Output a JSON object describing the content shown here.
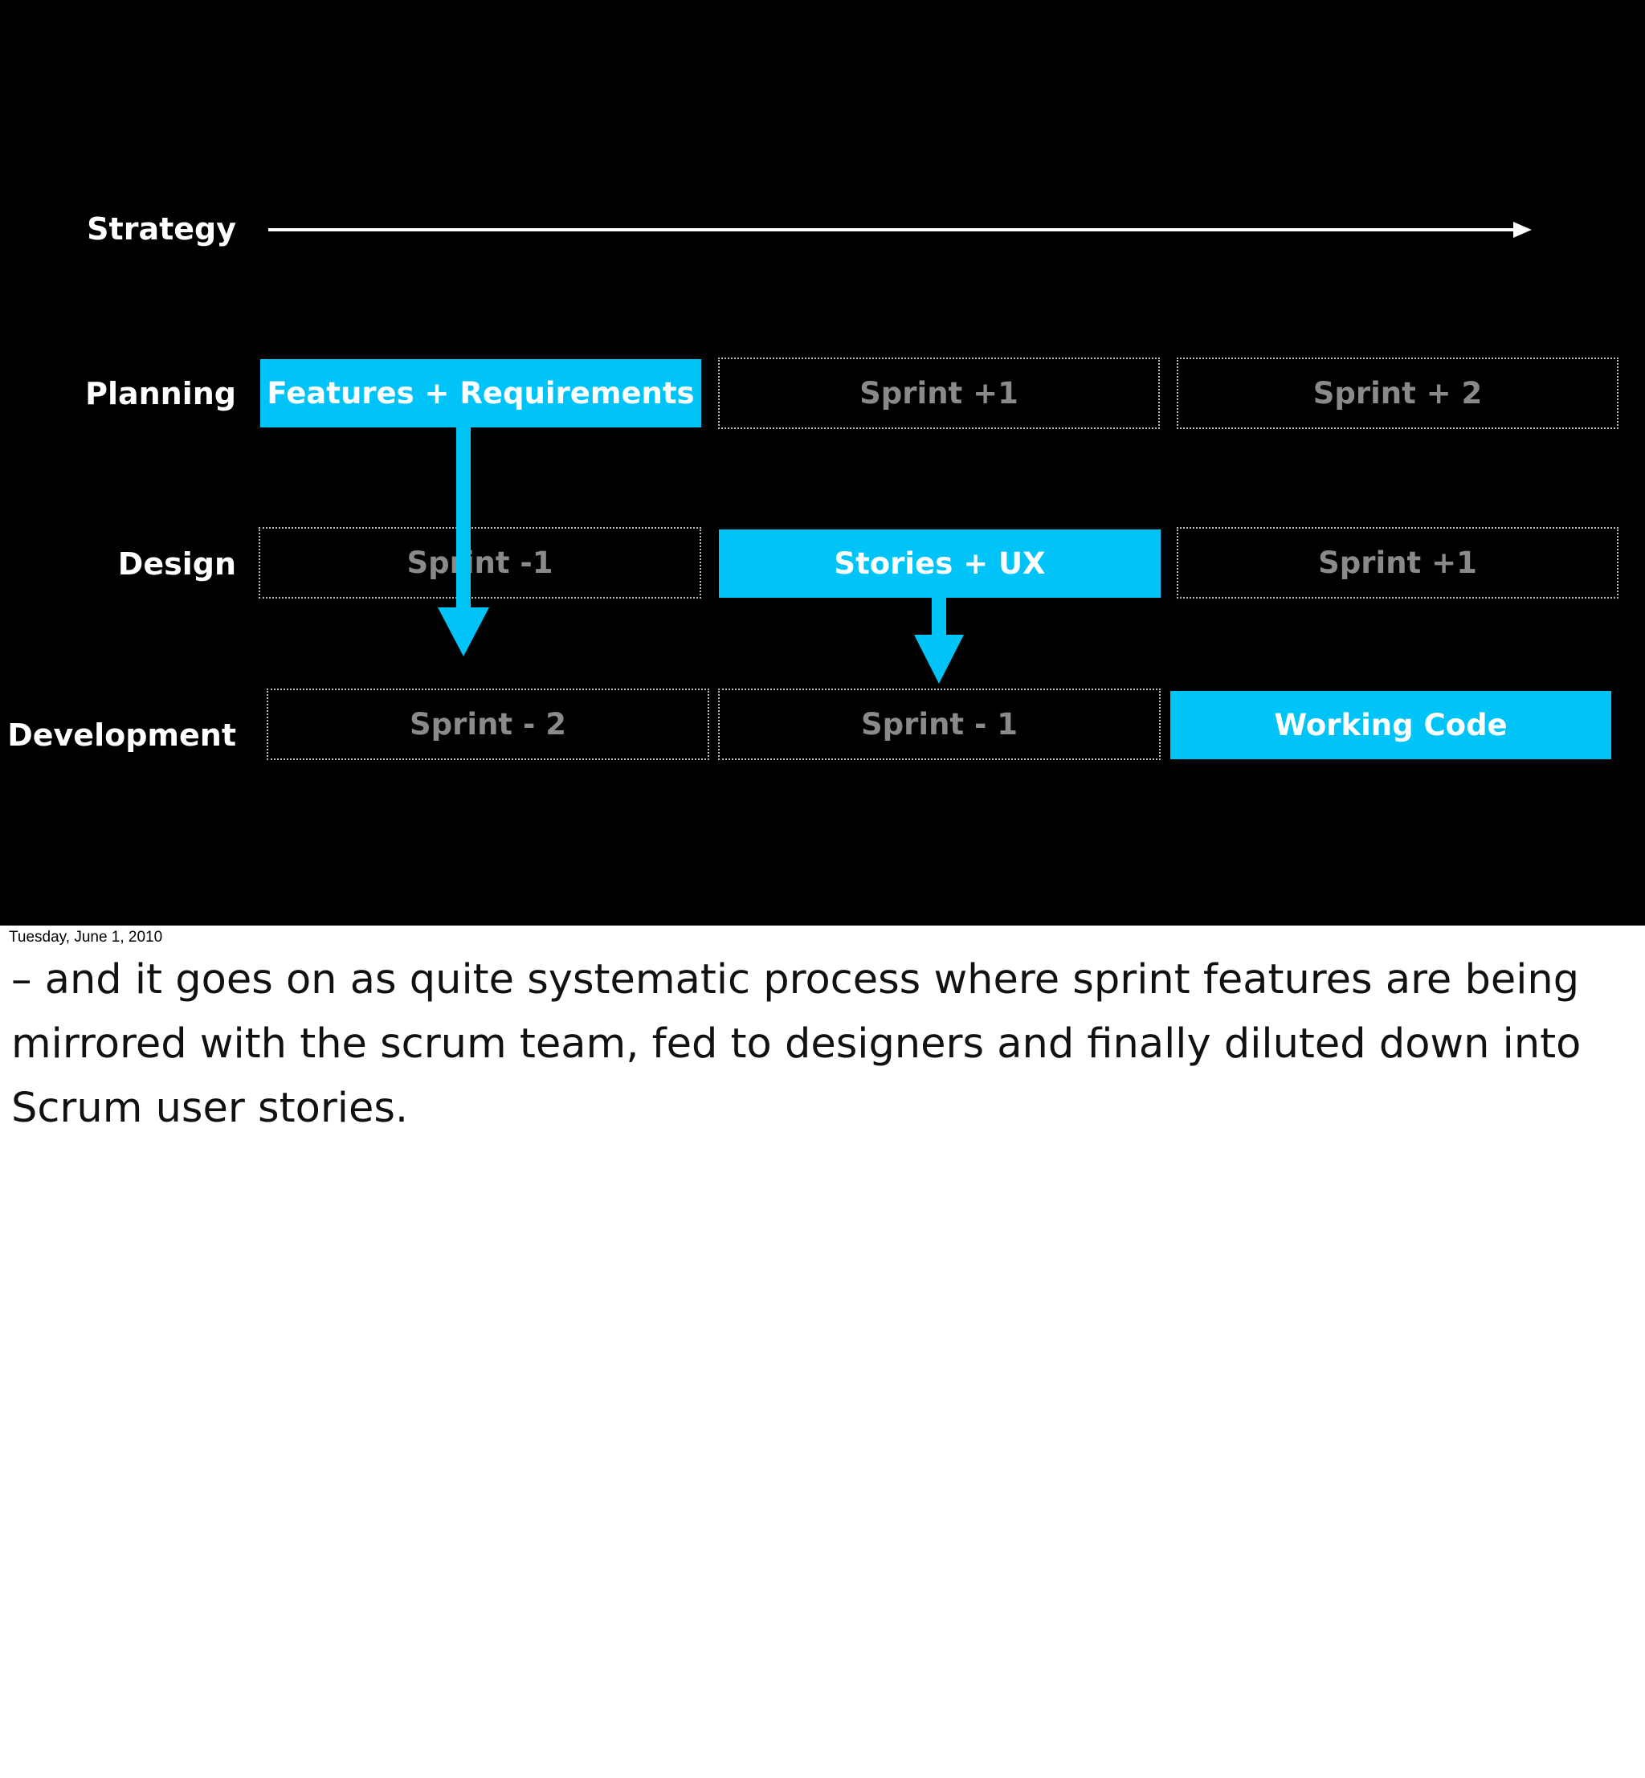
{
  "diagram": {
    "rows": {
      "strategy": "Strategy",
      "planning": "Planning",
      "design": "Design",
      "development": "Development"
    },
    "cells": {
      "planning": [
        "Features + Requirements",
        "Sprint +1",
        "Sprint + 2"
      ],
      "design": [
        "Sprint -1",
        "Stories + UX",
        "Sprint +1"
      ],
      "development": [
        "Sprint - 2",
        "Sprint - 1",
        "Working Code"
      ]
    },
    "highlighted": {
      "planning": "Features + Requirements",
      "design": "Stories + UX",
      "development": "Working Code"
    },
    "colors": {
      "background": "#000000",
      "accent": "#00c4f7",
      "inactive_text": "#8a8a8a",
      "label_text": "#ffffff"
    }
  },
  "footer": {
    "date": "Tuesday, June 1, 2010",
    "notes": "– and it goes on as quite systematic process where  sprint features are being mirrored with the scrum team, fed to designers and finally diluted down into Scrum user stories."
  }
}
